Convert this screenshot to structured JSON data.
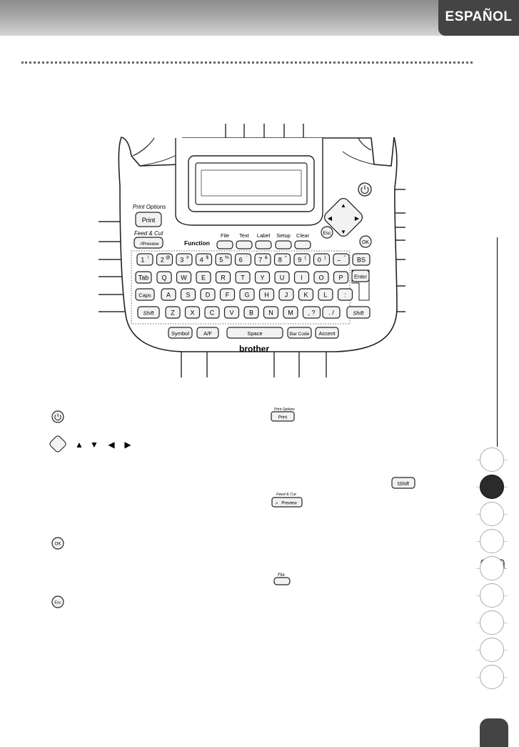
{
  "header": {
    "language": "ESPAÑOL"
  },
  "device": {
    "brand": "brother",
    "function_label": "Function",
    "function_keys": [
      "File",
      "Text",
      "Label",
      "Setup",
      "Clear"
    ],
    "print_options_label": "Print Options",
    "print_key": "Print",
    "feed_cut_label": "Feed & Cut",
    "preview_key": "Preview",
    "number_keys": [
      "1",
      "2",
      "3",
      "4",
      "5",
      "6",
      "7",
      "8",
      "9",
      "0",
      "–"
    ],
    "number_keys_alt": [
      "!",
      "@",
      "#",
      "$",
      "%",
      "'",
      "&",
      "*",
      "(",
      ")",
      "\""
    ],
    "row_q": [
      "Q",
      "W",
      "E",
      "R",
      "T",
      "Y",
      "U",
      "I",
      "O",
      "P"
    ],
    "row_a": [
      "A",
      "S",
      "D",
      "F",
      "G",
      "H",
      "J",
      "K",
      "L",
      ":"
    ],
    "row_z": [
      "Z",
      "X",
      "C",
      "V",
      "B",
      "N",
      "M",
      ", ?",
      ". /"
    ],
    "tab_key": "Tab",
    "caps_key": "Caps",
    "shift_key": "Shift",
    "bs_key": "BS",
    "enter_key": "Enter",
    "esc_key": "Esc",
    "ok_key": "OK",
    "symbol_key": "Symbol",
    "af_key": "A/F",
    "space_key": "Space",
    "barcode_key": "Bar Code",
    "accent_key": "Accent"
  },
  "legend": {
    "arrows": [
      "▲",
      "▼",
      "◀",
      "▶"
    ],
    "print_options_label": "Print Options",
    "print_key": "Print",
    "shift_key": "Shift",
    "feed_cut_label": "Feed & Cut",
    "preview_key": "Preview",
    "ok_key": "OK",
    "file_label": "File",
    "esc_key": "Esc"
  }
}
